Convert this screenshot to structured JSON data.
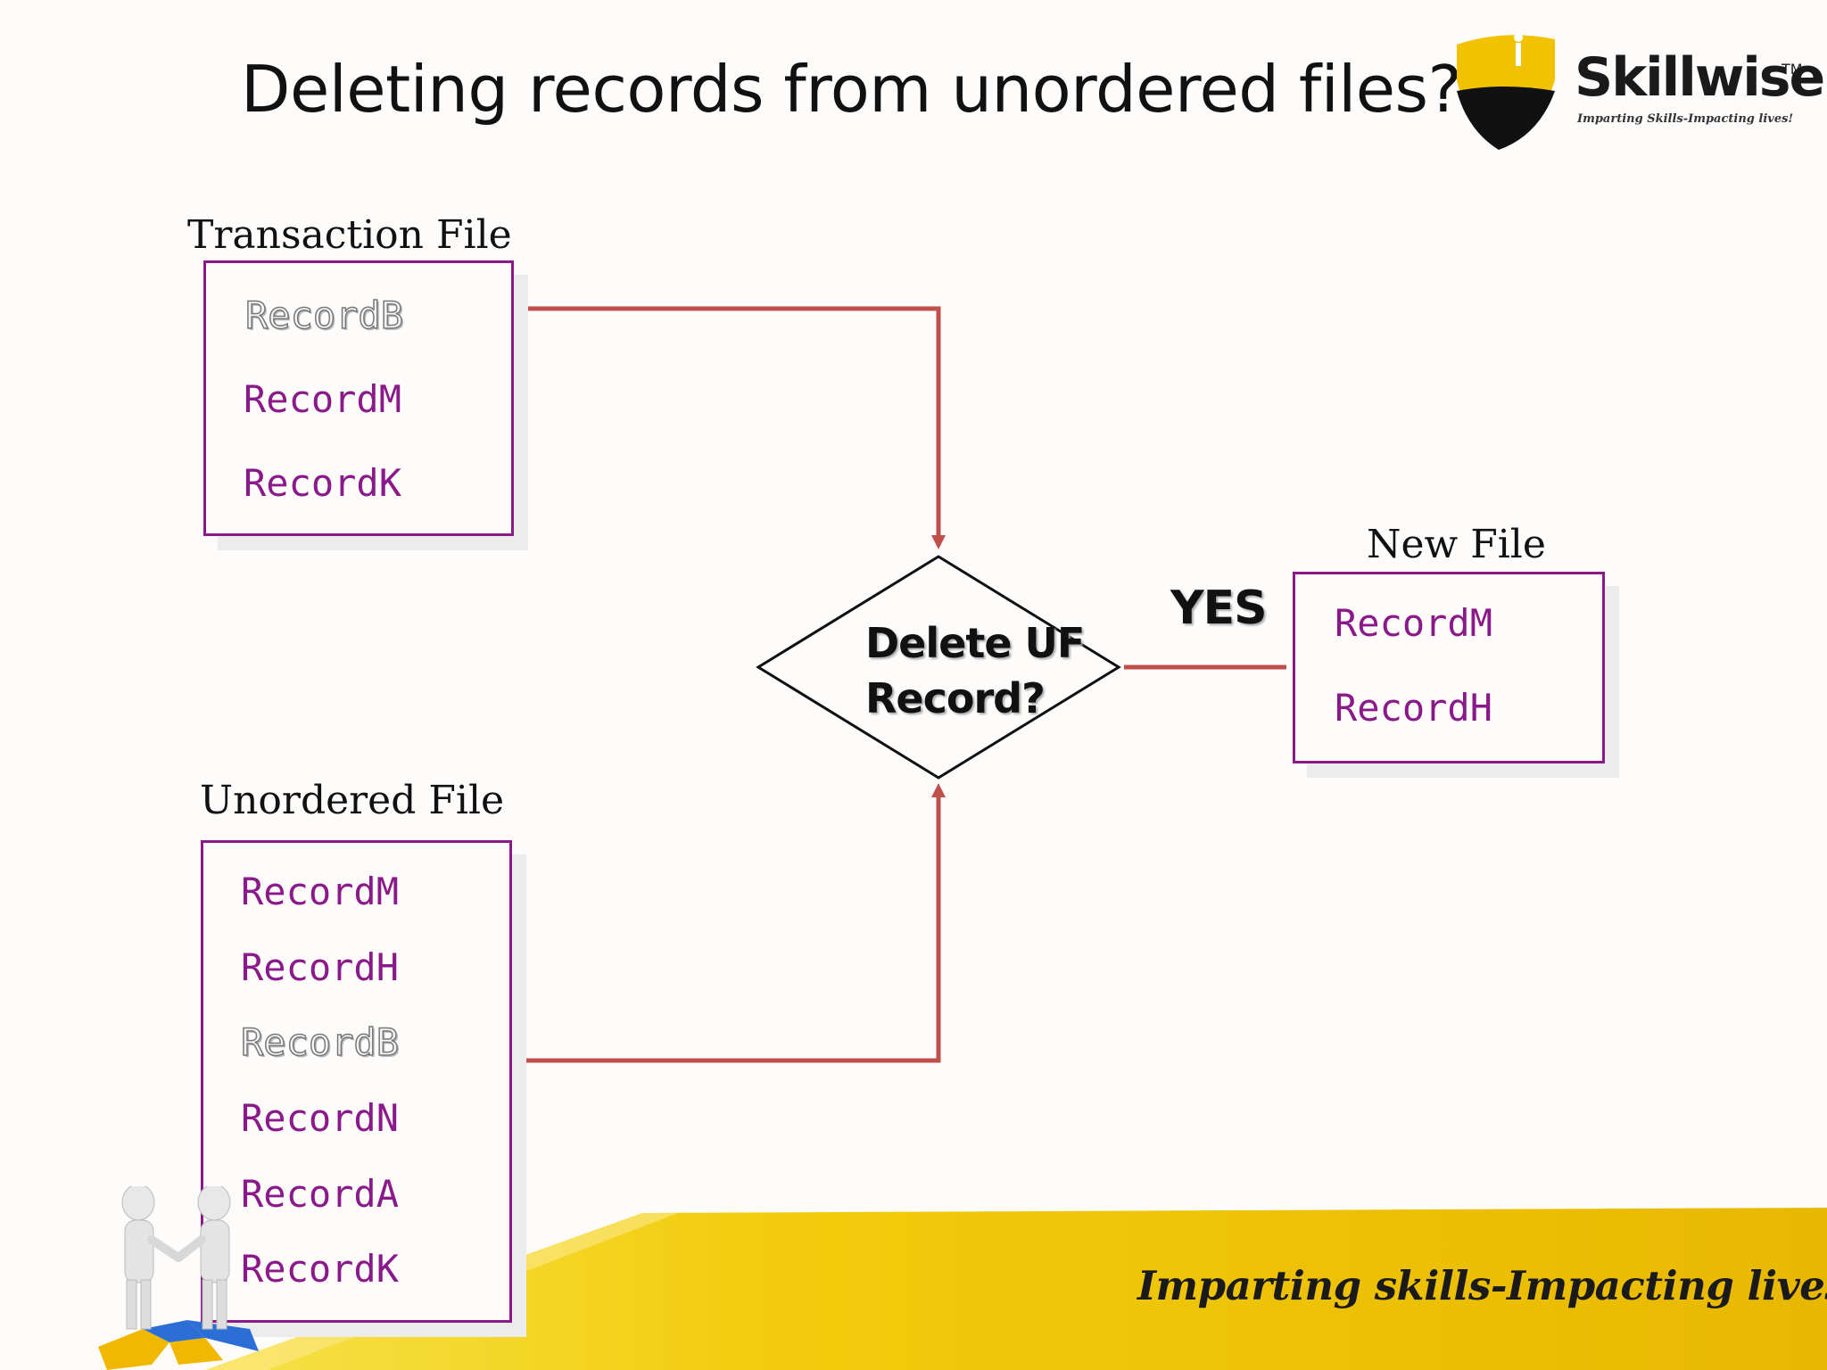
{
  "slide": {
    "title": "Deleting records from unordered files?",
    "tagline": "Imparting skills-Impacting lives!"
  },
  "logo": {
    "name": "Skillwise",
    "tm": "TM",
    "tagline": "Imparting Skills-Impacting lives!"
  },
  "transaction_file": {
    "label": "Transaction File",
    "records": [
      "RecordB",
      "RecordM",
      "RecordK"
    ]
  },
  "unordered_file": {
    "label": "Unordered File",
    "records": [
      "RecordM",
      "RecordH",
      "RecordB",
      "RecordN",
      "RecordA",
      "RecordK"
    ]
  },
  "new_file": {
    "label": "New File",
    "records": [
      "RecordM",
      "RecordH"
    ]
  },
  "decision": {
    "line1": "Delete UF",
    "line2": "Record?",
    "yes_label": "YES"
  },
  "colors": {
    "record_text": "#8a1a8a",
    "box_border": "#8a1a8a",
    "connector": "#c0504d",
    "footer_yellow": "#f2cc0c"
  }
}
